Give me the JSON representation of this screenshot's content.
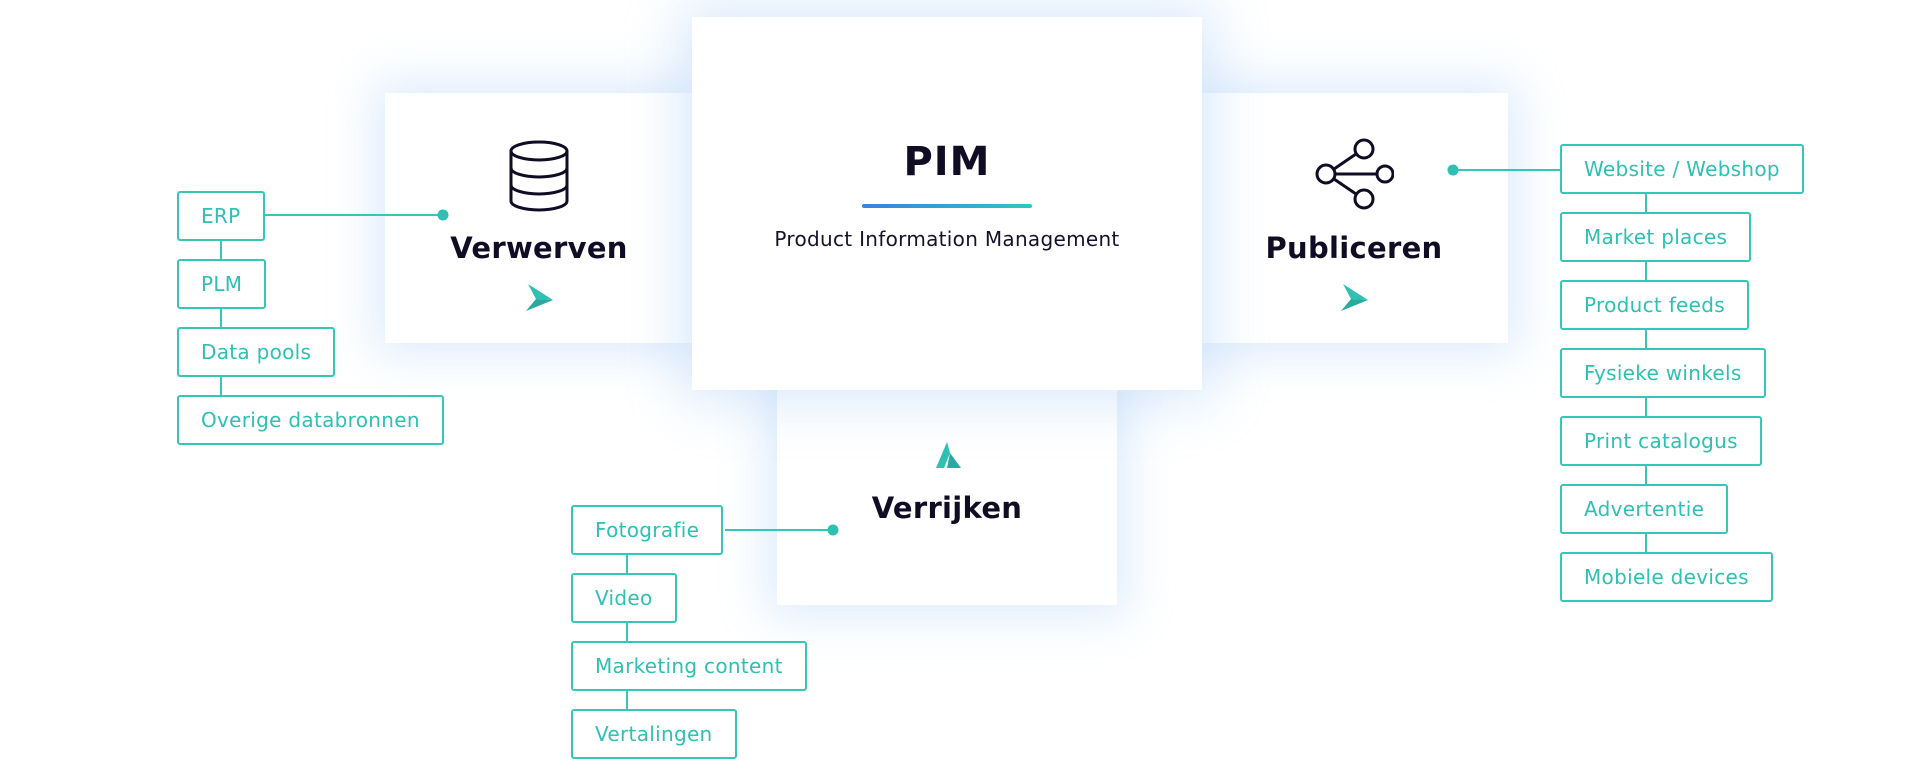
{
  "pim": {
    "title": "PIM",
    "subtitle": "Product Information Management"
  },
  "cards": {
    "verwerven": {
      "title": "Verwerven",
      "icon": "database-icon"
    },
    "publiceren": {
      "title": "Publiceren",
      "icon": "share-icon"
    },
    "verrijken": {
      "title": "Verrijken",
      "icon": "brand-a-icon"
    }
  },
  "sources": [
    "ERP",
    "PLM",
    "Data pools",
    "Overige databronnen"
  ],
  "enrichment": [
    "Fotografie",
    "Video",
    "Marketing content",
    "Vertalingen"
  ],
  "channels": [
    "Website / Webshop",
    "Market places",
    "Product feeds",
    "Fysieke winkels",
    "Print catalogus",
    "Advertentie",
    "Mobiele devices"
  ],
  "colors": {
    "accent": "#2ec0b2",
    "heading": "#0f0c24",
    "underline_start": "#3d7fe0",
    "underline_end": "#2bc9c0"
  }
}
